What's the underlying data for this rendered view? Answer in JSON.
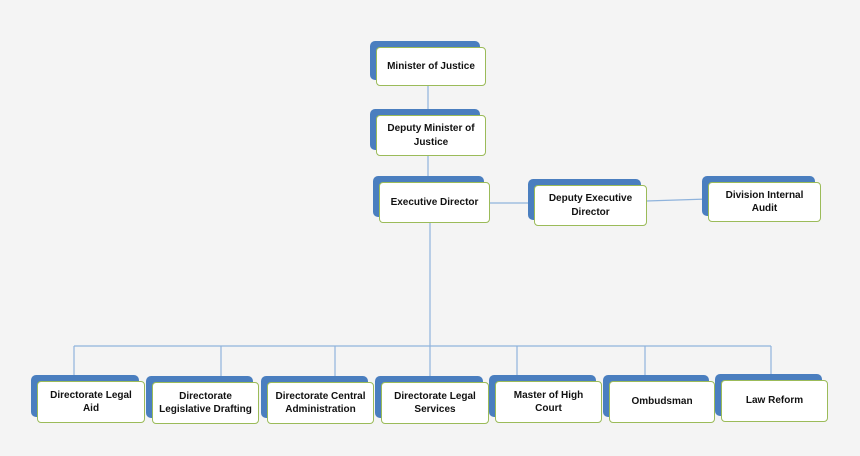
{
  "nodes": {
    "minister": "Minister of Justice",
    "deputy_minister": "Deputy Minister of Justice",
    "executive_director": "Executive Director",
    "deputy_executive_director": "Deputy Executive Director",
    "internal_audit": "Division Internal Audit",
    "legal_aid": "Directorate Legal Aid",
    "legislative_drafting": "Directorate Legislative Drafting",
    "central_administration": "Directorate Central Administration",
    "legal_services": "Directorate Legal Services",
    "master_high_court": "Master of High Court",
    "ombudsman": "Ombudsman",
    "law_reform": "Law Reform"
  },
  "colors": {
    "box_back": "#4a7ebf",
    "box_border": "#9bbb59",
    "connector": "#8fb3dc"
  }
}
